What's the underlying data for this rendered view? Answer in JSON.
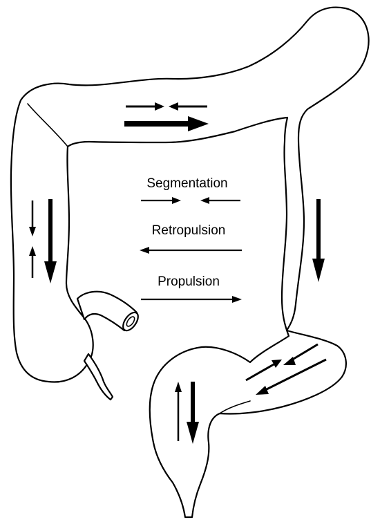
{
  "legend": {
    "segmentation": "Segmentation",
    "retropulsion": "Retropulsion",
    "propulsion": "Propulsion"
  },
  "colors": {
    "ink": "#000000",
    "paper": "#ffffff"
  }
}
